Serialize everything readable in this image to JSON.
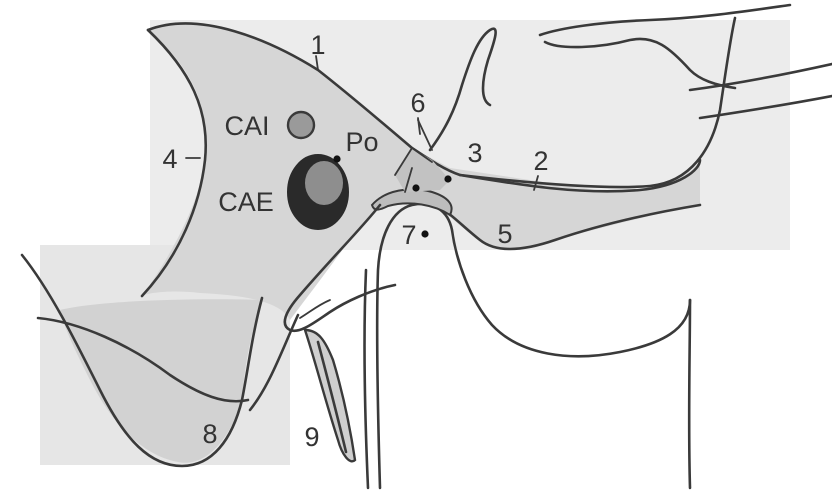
{
  "labels": {
    "n1": "1",
    "n2": "2",
    "n3": "3",
    "n4": "4",
    "n5": "5",
    "n6": "6",
    "n7": "7",
    "n8": "8",
    "n9": "9",
    "cai": "CAI",
    "cae": "CAE",
    "po": "Po"
  },
  "colors": {
    "background": "#ffffff",
    "bone_fill": "#d6d6d6",
    "light_fill": "#e4e4e4",
    "outline": "#3a3a3a",
    "canal_dark": "#2a2a2a",
    "canal_mid": "#8e8e8e",
    "text": "#333333"
  }
}
